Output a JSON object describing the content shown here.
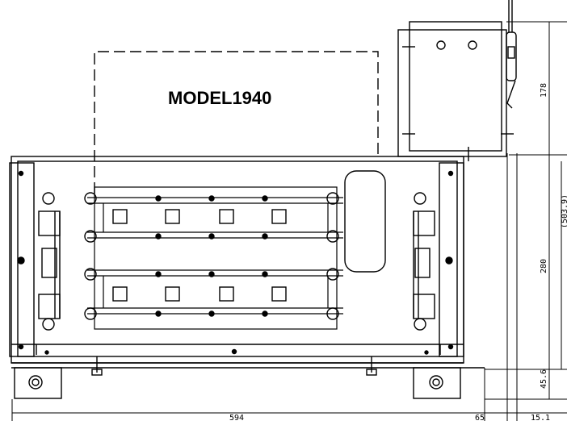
{
  "drawing": {
    "model_label": "MODEL1940",
    "dimensions": {
      "top_height": "178",
      "overall_height": "(503.9)",
      "body_height": "280",
      "foot_height": "45.6",
      "width": "594",
      "side_depth": "65",
      "side_offset": "15.1"
    }
  }
}
